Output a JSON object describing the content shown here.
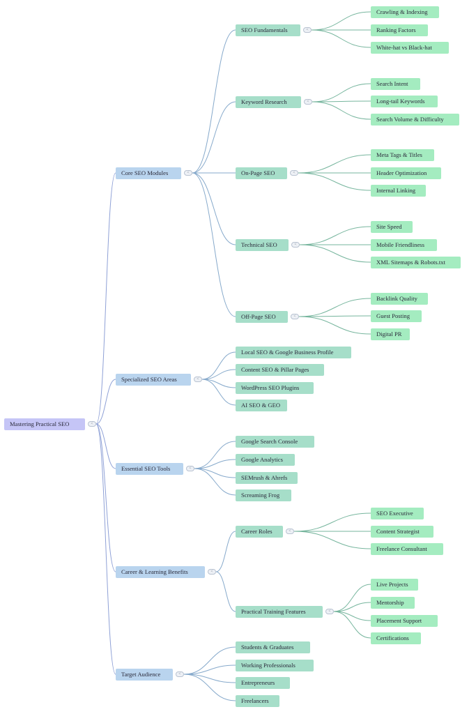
{
  "root": {
    "label": "Mastering Practical SEO",
    "toggle_glyph": "<",
    "children": [
      {
        "label": "Core SEO Modules",
        "children": [
          {
            "label": "SEO Fundamentals",
            "children": [
              {
                "label": "Crawling & Indexing"
              },
              {
                "label": "Ranking Factors"
              },
              {
                "label": "White-hat vs Black-hat"
              }
            ]
          },
          {
            "label": "Keyword Research",
            "children": [
              {
                "label": "Search Intent"
              },
              {
                "label": "Long-tail Keywords"
              },
              {
                "label": "Search Volume & Difficulty"
              }
            ]
          },
          {
            "label": "On-Page SEO",
            "children": [
              {
                "label": "Meta Tags & Titles"
              },
              {
                "label": "Header Optimization"
              },
              {
                "label": "Internal Linking"
              }
            ]
          },
          {
            "label": "Technical SEO",
            "children": [
              {
                "label": "Site Speed"
              },
              {
                "label": "Mobile Friendliness"
              },
              {
                "label": "XML Sitemaps & Robots.txt"
              }
            ]
          },
          {
            "label": "Off-Page SEO",
            "children": [
              {
                "label": "Backlink Quality"
              },
              {
                "label": "Guest Posting"
              },
              {
                "label": "Digital PR"
              }
            ]
          }
        ]
      },
      {
        "label": "Specialized SEO Areas",
        "children": [
          {
            "label": "Local SEO & Google Business Profile"
          },
          {
            "label": "Content SEO & Pillar Pages"
          },
          {
            "label": "WordPress SEO Plugins"
          },
          {
            "label": "AI SEO & GEO"
          }
        ]
      },
      {
        "label": "Essential SEO Tools",
        "children": [
          {
            "label": "Google Search Console"
          },
          {
            "label": "Google Analytics"
          },
          {
            "label": "SEMrush & Ahrefs"
          },
          {
            "label": "Screaming Frog"
          }
        ]
      },
      {
        "label": "Career & Learning Benefits",
        "children": [
          {
            "label": "Career Roles",
            "children": [
              {
                "label": "SEO Executive"
              },
              {
                "label": "Content Strategist"
              },
              {
                "label": "Freelance Consultant"
              }
            ]
          },
          {
            "label": "Practical Training Features",
            "children": [
              {
                "label": "Live Projects"
              },
              {
                "label": "Mentorship"
              },
              {
                "label": "Placement Support"
              },
              {
                "label": "Certifications"
              }
            ]
          }
        ]
      },
      {
        "label": "Target Audience",
        "children": [
          {
            "label": "Students & Graduates"
          },
          {
            "label": "Working Professionals"
          },
          {
            "label": "Entrepreneurs"
          },
          {
            "label": "Freelancers"
          }
        ]
      }
    ]
  },
  "colors": {
    "root": "#c5c5f6",
    "level1": "#b9d4ee",
    "level2": "#a6dec9",
    "level3": "#a4ecc0",
    "edge_root": "#8ea0d6",
    "edge_level1": "#86a9cb",
    "edge_level2": "#76b59d"
  }
}
